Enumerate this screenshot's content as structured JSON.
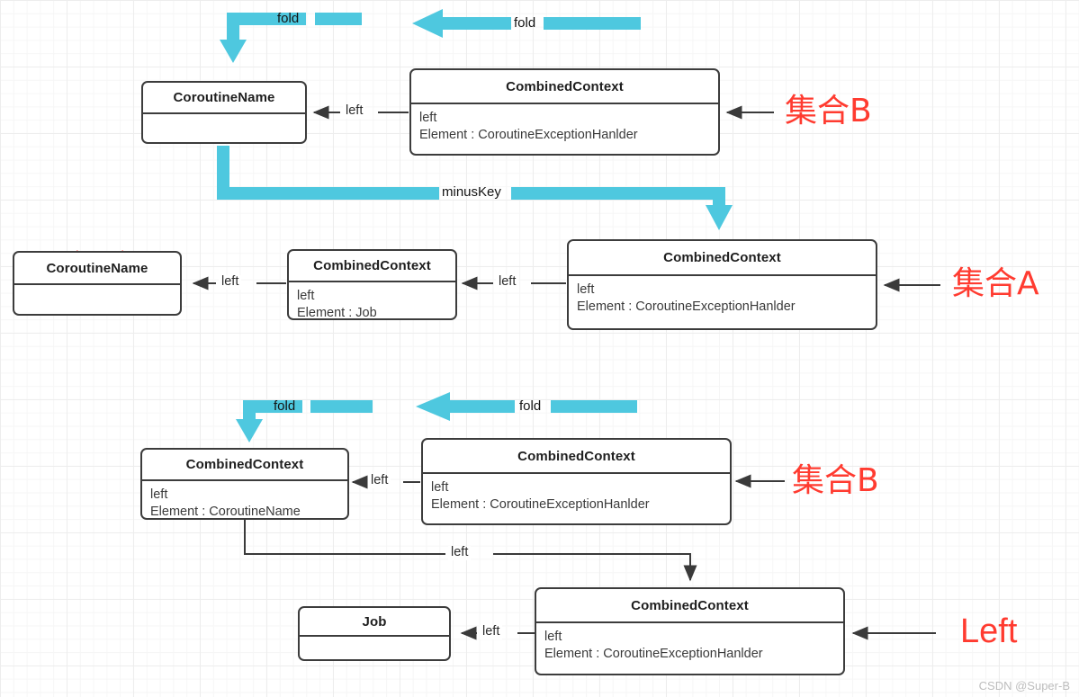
{
  "diagram": {
    "title": "CoroutineContext fold / minusKey diagram",
    "colors": {
      "cyan": "#4ec8df",
      "node_border": "#3c3c3c",
      "annotation_red": "#ff3b30",
      "edge": "#3a3a3a",
      "grid": "#ededed",
      "background": "#ffffff"
    },
    "labels": {
      "fold": "fold",
      "minus_key": "minusKey",
      "left": "left"
    },
    "nodes": [
      {
        "id": "top-coroutinename",
        "title": "CoroutineName",
        "body": [],
        "struck_out": false
      },
      {
        "id": "top-combinedcontext-b",
        "title": "CombinedContext",
        "body": [
          "left",
          "Element : CoroutineExceptionHanlder"
        ],
        "struck_out": false
      },
      {
        "id": "mid-coroutinename-x",
        "title": "CoroutineName",
        "body": [],
        "struck_out": true
      },
      {
        "id": "mid-combinedcontext-job",
        "title": "CombinedContext",
        "body": [
          "left",
          "Element : Job"
        ],
        "struck_out": false
      },
      {
        "id": "mid-combinedcontext-a",
        "title": "CombinedContext",
        "body": [
          "left",
          "Element : CoroutineExceptionHanlder"
        ],
        "struck_out": false
      },
      {
        "id": "bot-combinedcontext-name",
        "title": "CombinedContext",
        "body": [
          "left",
          "Element : CoroutineName"
        ],
        "struck_out": false
      },
      {
        "id": "bot-combinedcontext-b",
        "title": "CombinedContext",
        "body": [
          "left",
          "Element : CoroutineExceptionHanlder"
        ],
        "struck_out": false
      },
      {
        "id": "bot-job",
        "title": "Job",
        "body": [],
        "struck_out": false
      },
      {
        "id": "bot-combinedcontext-left",
        "title": "CombinedContext",
        "body": [
          "left",
          "Element : CoroutineExceptionHanlder"
        ],
        "struck_out": false
      }
    ],
    "annotations": [
      {
        "id": "set-b-top",
        "text": "集合B",
        "script": "cjk"
      },
      {
        "id": "set-a-mid",
        "text": "集合A",
        "script": "cjk"
      },
      {
        "id": "set-b-bottom",
        "text": "集合B",
        "script": "cjk"
      },
      {
        "id": "left-bottom",
        "text": "Left",
        "script": "latin"
      }
    ],
    "edge_labels": {
      "top_left_1": "left",
      "mid_left_1": "left",
      "mid_left_2": "left",
      "mid_left_3": "left",
      "bot_left_1": "left",
      "bot_left_2": "left",
      "bot_left_3": "left"
    },
    "fold_labels": {
      "top_left": "fold",
      "top_right": "fold",
      "bottom_left": "fold",
      "bottom_right": "fold"
    },
    "watermark": "CSDN @Super-B"
  }
}
